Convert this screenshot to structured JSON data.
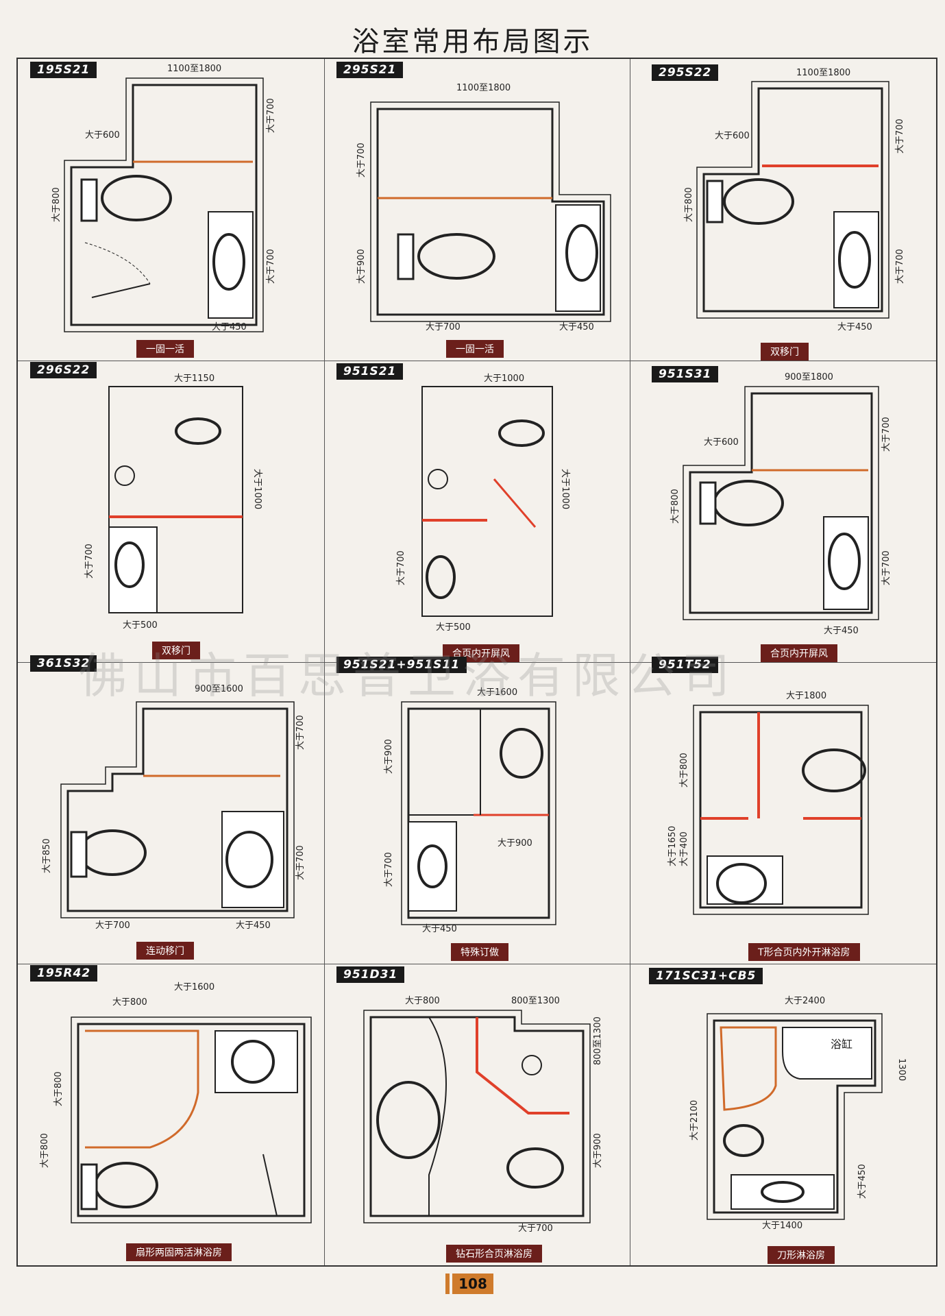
{
  "page_title": "浴室常用布局图示",
  "watermark": "佛山市百思普卫浴有限公司",
  "page_number": "108",
  "cells": [
    {
      "code": "195S21",
      "caption": "一固一活",
      "dims": [
        "1100至1800",
        "大于600",
        "大于700",
        "大于800",
        "大于700",
        "大于450"
      ]
    },
    {
      "code": "295S21",
      "caption": "一固一活",
      "dims": [
        "1100至1800",
        "大于700",
        "大于900",
        "大于700",
        "大于450"
      ]
    },
    {
      "code": "295S22",
      "caption": "双移门",
      "dims": [
        "1100至1800",
        "大于600",
        "大于700",
        "大于800",
        "大于700",
        "大于450"
      ]
    },
    {
      "code": "296S22",
      "caption": "双移门",
      "dims": [
        "大于1150",
        "大于1000",
        "大于700",
        "大于500"
      ]
    },
    {
      "code": "951S21",
      "caption": "合页内开屏风",
      "dims": [
        "大于1000",
        "大于1000",
        "大于700",
        "大于500"
      ]
    },
    {
      "code": "951S31",
      "caption": "合页内开屏风",
      "dims": [
        "900至1800",
        "大于600",
        "大于700",
        "大于800",
        "大于700",
        "大于450"
      ]
    },
    {
      "code": "361S32",
      "caption": "连动移门",
      "dims": [
        "900至1600",
        "大于700",
        "大于850",
        "大于700",
        "大于700",
        "大于450"
      ]
    },
    {
      "code": "951S21+951S11",
      "caption": "特殊订做",
      "dims": [
        "大于1600",
        "大于900",
        "大于900",
        "大于700",
        "大于450"
      ]
    },
    {
      "code": "951T52",
      "caption": "T形合页内外开淋浴房",
      "dims": [
        "大于1800",
        "大于800",
        "大于1650",
        "大于400"
      ]
    },
    {
      "code": "195R42",
      "caption": "扇形两固两活淋浴房",
      "dims": [
        "大于1600",
        "大于800",
        "大于800",
        "大于800"
      ]
    },
    {
      "code": "951D31",
      "caption": "钻石形合页淋浴房",
      "dims": [
        "大于800",
        "800至1300",
        "800至1300",
        "大于900",
        "大于700"
      ]
    },
    {
      "code": "171SC31+CB5",
      "caption": "刀形淋浴房",
      "bath_label": "浴缸",
      "dims": [
        "大于2400",
        "1300",
        "大于2100",
        "大于450",
        "大于1400"
      ]
    }
  ]
}
